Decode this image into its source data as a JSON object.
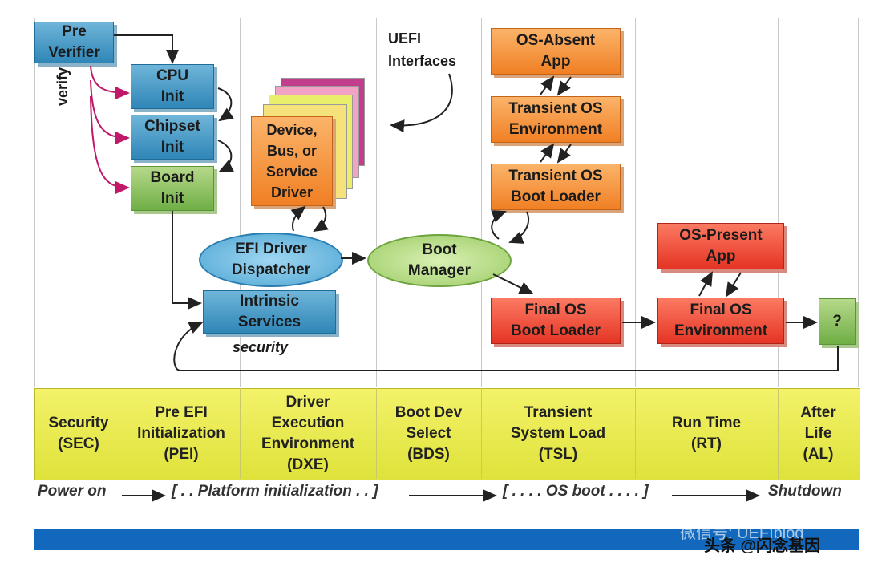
{
  "boxes": {
    "pre_verifier": "Pre\nVerifier",
    "cpu_init": "CPU\nInit",
    "chipset_init": "Chipset\nInit",
    "board_init": "Board\nInit",
    "device_driver": "Device,\nBus, or\nService\nDriver",
    "efi_dispatcher": "EFI Driver\nDispatcher",
    "intrinsic_services": "Intrinsic\nServices",
    "boot_manager": "Boot\nManager",
    "os_absent_app": "OS-Absent\nApp",
    "transient_os_env": "Transient OS\nEnvironment",
    "transient_os_loader": "Transient OS\nBoot Loader",
    "final_os_loader": "Final OS\nBoot Loader",
    "os_present_app": "OS-Present\nApp",
    "final_os_env": "Final OS\nEnvironment",
    "after_life": "?"
  },
  "labels": {
    "verify": "verify",
    "uefi_interfaces": "UEFI\nInterfaces",
    "security": "security"
  },
  "phases": [
    "Security\n(SEC)",
    "Pre EFI\nInitialization\n(PEI)",
    "Driver\nExecution\nEnvironment\n(DXE)",
    "Boot Dev\nSelect\n(BDS)",
    "Transient\nSystem Load\n(TSL)",
    "Run Time\n(RT)",
    "After\nLife\n(AL)"
  ],
  "timeline": {
    "power_on": "Power on",
    "platform_init": "[ . . Platform initialization . . ]",
    "os_boot": "[ . . . . OS boot . . . . ]",
    "shutdown": "Shutdown"
  },
  "watermark": {
    "wechat": "微信号: UEFIblog",
    "toutiao": "头条 @闪念基因"
  },
  "colors": {
    "blue": "#2f86b7",
    "green": "#6fae45",
    "orange": "#f07f24",
    "red": "#e53424",
    "phase_yellow": "#e6e74a",
    "bottom_bar": "#1268bd",
    "verify_arrow": "#c0196a"
  }
}
